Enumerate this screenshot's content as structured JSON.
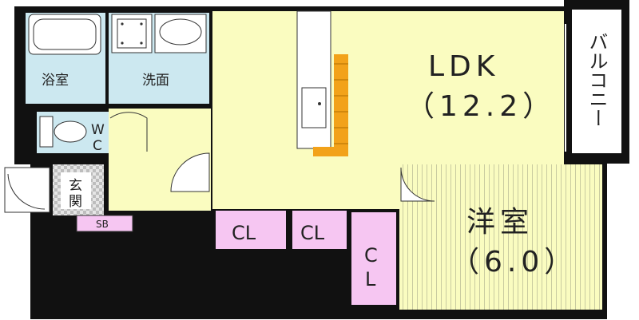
{
  "rooms": {
    "bath": "浴室",
    "washroom": "洗面",
    "wc_top": "W",
    "wc_bottom": "C",
    "entrance_top": "玄",
    "entrance_bottom": "関",
    "shoe_box": "SB",
    "ldk": "LDK",
    "ldk_size": "（12.2）",
    "balcony": "バルコニー",
    "closet_1": "CL",
    "closet_2": "CL",
    "closet_3_top": "C",
    "closet_3_bottom": "L",
    "western": "洋室",
    "western_size": "（6.0）"
  },
  "colors": {
    "wall": "#111111",
    "wet_area": "#cce8f0",
    "living": "#fafcc0",
    "closet": "#f6c6f2",
    "balcony": "#ffffff",
    "stair": "#f2a21a",
    "entrance_tile": "#d8d8d8"
  }
}
